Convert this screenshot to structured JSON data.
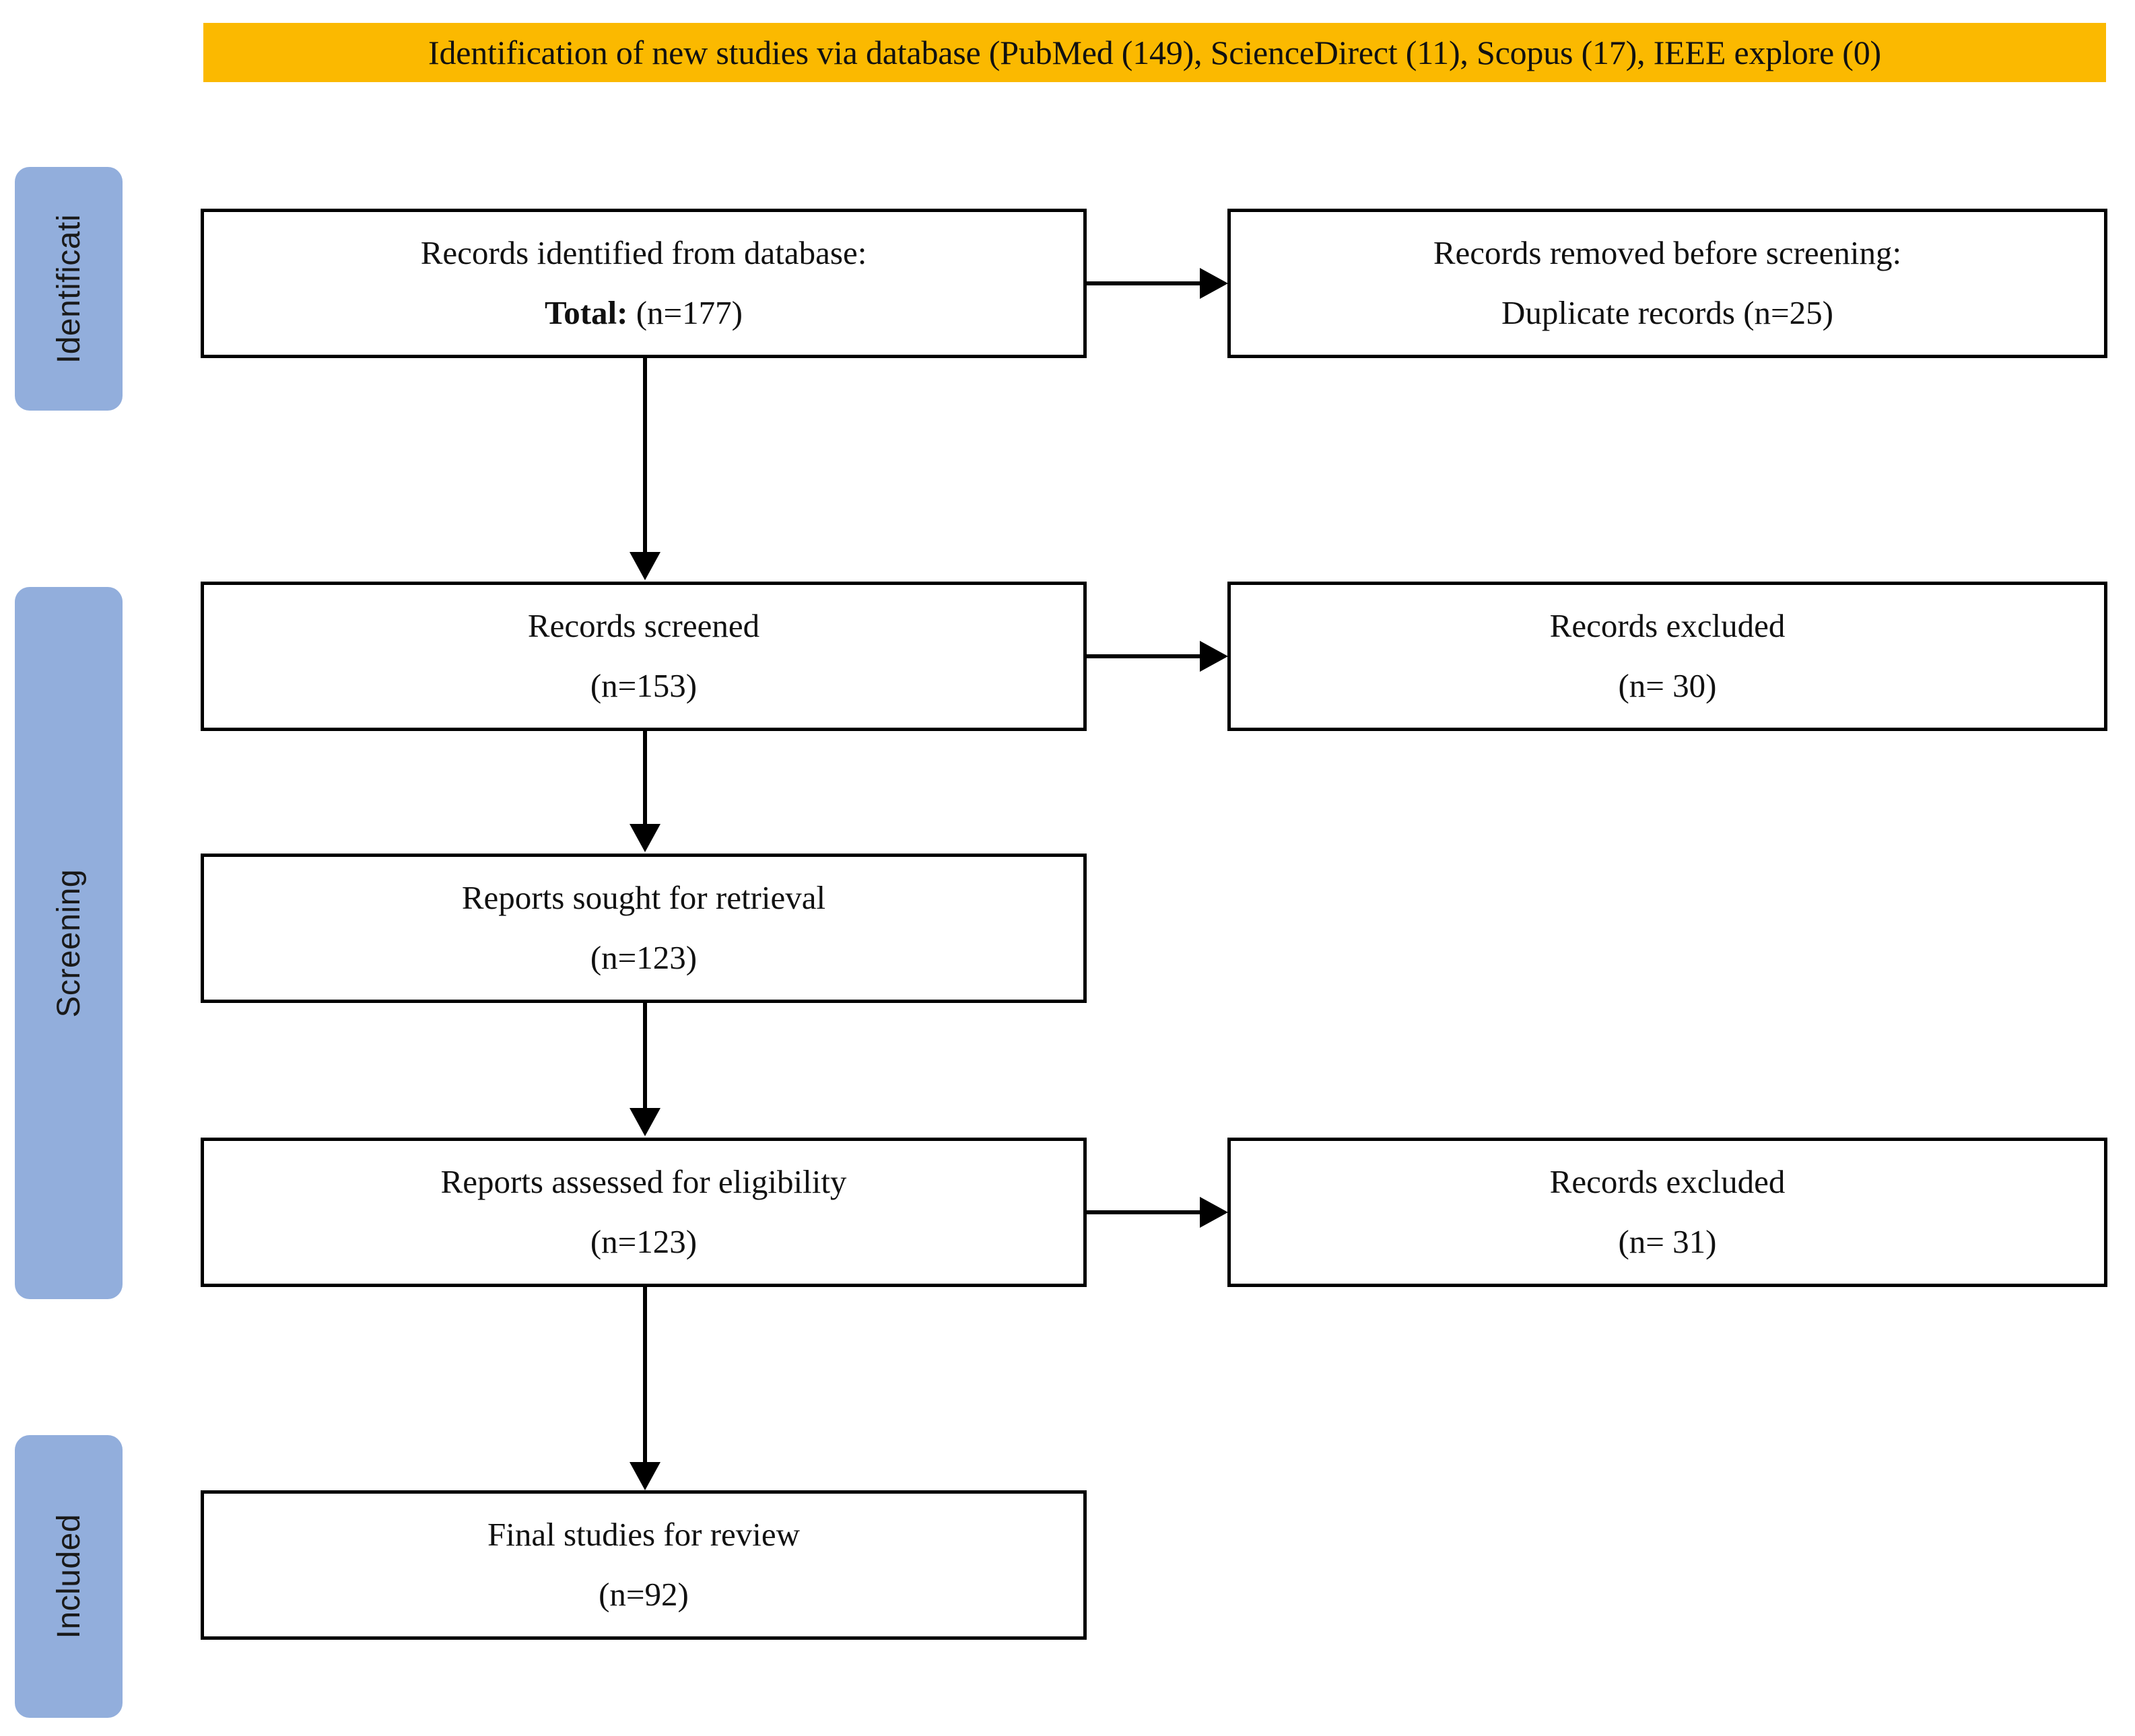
{
  "banner": {
    "text": "Identification of new studies via database (PubMed (149), ScienceDirect (11), Scopus (17), IEEE explore (0)",
    "background_color": "#FBB900"
  },
  "stages": [
    {
      "label": "Identificati",
      "color": "#92AEDC"
    },
    {
      "label": "Screening",
      "color": "#92AEDC"
    },
    {
      "label": "Included",
      "color": "#92AEDC"
    }
  ],
  "boxes": {
    "records_identified": {
      "line1": "Records identified from database:",
      "line2_bold": "Total:",
      "line2_rest": " (n=177)"
    },
    "records_removed": {
      "line1": "Records removed before screening:",
      "line2": "Duplicate records (n=25)"
    },
    "records_screened": {
      "line1": "Records screened",
      "line2": "(n=153)"
    },
    "records_excluded_screening": {
      "line1": "Records excluded",
      "line2": "(n= 30)"
    },
    "reports_sought": {
      "line1": "Reports sought for retrieval",
      "line2": "(n=123)"
    },
    "reports_assessed": {
      "line1": "Reports assessed for eligibility",
      "line2": "(n=123)"
    },
    "records_excluded_eligibility": {
      "line1": "Records excluded",
      "line2": "(n= 31)"
    },
    "final_studies": {
      "line1": "Final studies for review",
      "line2": "(n=92)"
    }
  },
  "chart_data": {
    "type": "diagram",
    "title": "PRISMA 2020 flow diagram for new systematic reviews",
    "nodes": [
      {
        "id": "records_identified",
        "stage": "Identification",
        "label": "Records identified from database: Total:",
        "n": 177
      },
      {
        "id": "records_removed",
        "stage": "Identification",
        "label": "Records removed before screening: Duplicate records",
        "n": 25
      },
      {
        "id": "records_screened",
        "stage": "Screening",
        "label": "Records screened",
        "n": 153
      },
      {
        "id": "records_excluded_screening",
        "stage": "Screening",
        "label": "Records excluded",
        "n": 30
      },
      {
        "id": "reports_sought",
        "stage": "Screening",
        "label": "Reports sought for retrieval",
        "n": 123
      },
      {
        "id": "reports_assessed",
        "stage": "Screening",
        "label": "Reports assessed for eligibility",
        "n": 123
      },
      {
        "id": "records_excluded_eligibility",
        "stage": "Screening",
        "label": "Records excluded",
        "n": 31
      },
      {
        "id": "final_studies",
        "stage": "Included",
        "label": "Final studies for review",
        "n": 92
      }
    ],
    "sources": [
      {
        "name": "PubMed",
        "n": 149
      },
      {
        "name": "ScienceDirect",
        "n": 11
      },
      {
        "name": "Scopus",
        "n": 17
      },
      {
        "name": "IEEE explore",
        "n": 0
      }
    ],
    "edges": [
      {
        "from": "records_identified",
        "to": "records_removed",
        "direction": "right"
      },
      {
        "from": "records_identified",
        "to": "records_screened",
        "direction": "down"
      },
      {
        "from": "records_screened",
        "to": "records_excluded_screening",
        "direction": "right"
      },
      {
        "from": "records_screened",
        "to": "reports_sought",
        "direction": "down"
      },
      {
        "from": "reports_sought",
        "to": "reports_assessed",
        "direction": "down"
      },
      {
        "from": "reports_assessed",
        "to": "records_excluded_eligibility",
        "direction": "right"
      },
      {
        "from": "reports_assessed",
        "to": "final_studies",
        "direction": "down"
      }
    ]
  }
}
